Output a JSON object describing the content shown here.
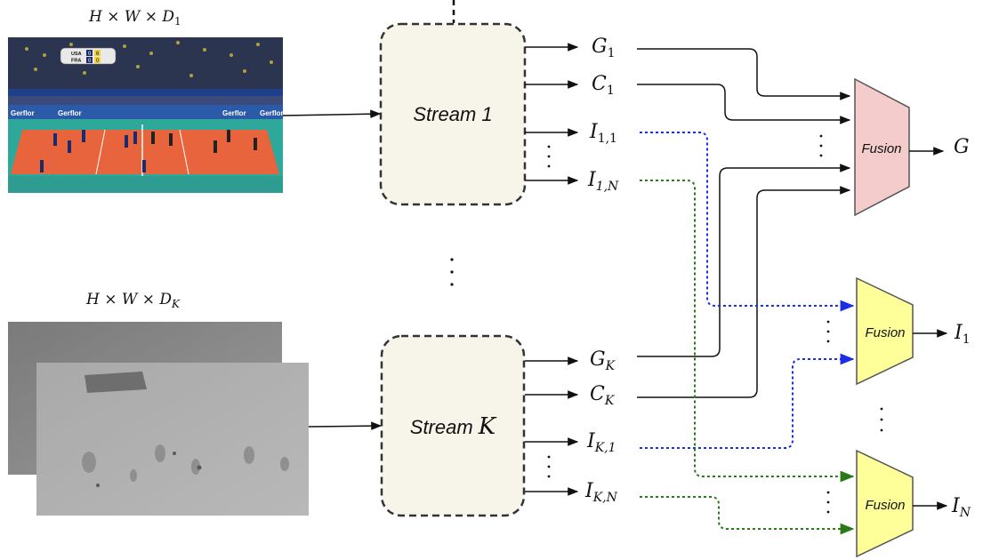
{
  "inputs": [
    {
      "dim_main": "H × W × D",
      "dim_sub": "1"
    },
    {
      "dim_main": "H × W × D",
      "dim_sub": "K"
    }
  ],
  "streams": [
    {
      "label_prefix": "Stream ",
      "label_index": "1"
    },
    {
      "label_prefix": "Stream ",
      "label_index": "K"
    }
  ],
  "stream1_outputs": [
    {
      "main": "G",
      "sub": "1"
    },
    {
      "main": "C",
      "sub": "1"
    },
    {
      "main": "I",
      "sub": "1,1"
    },
    {
      "main": "I",
      "sub": "1,N"
    }
  ],
  "streamK_outputs": [
    {
      "main": "G",
      "sub": "K"
    },
    {
      "main": "C",
      "sub": "K"
    },
    {
      "main": "I",
      "sub": "K,1"
    },
    {
      "main": "I",
      "sub": "K,N"
    }
  ],
  "fusion_label": "Fusion",
  "fusion_outputs": [
    {
      "main": "G",
      "sub": ""
    },
    {
      "main": "I",
      "sub": "1"
    },
    {
      "main": "I",
      "sub": "N"
    }
  ],
  "scoreboard": {
    "team1": "USA",
    "team2": "FRA",
    "score1": "0",
    "score2": "0",
    "set1": "6",
    "set2": "0"
  },
  "colors": {
    "stream_fill": "#f7f4ea",
    "fusion_global_fill": "#f5cccc",
    "fusion_individual_fill": "#ffff99",
    "blue_path": "#1a2ee6",
    "green_path": "#2a7a1a",
    "court_orange": "#e8643c",
    "court_teal": "#2ea89a"
  }
}
